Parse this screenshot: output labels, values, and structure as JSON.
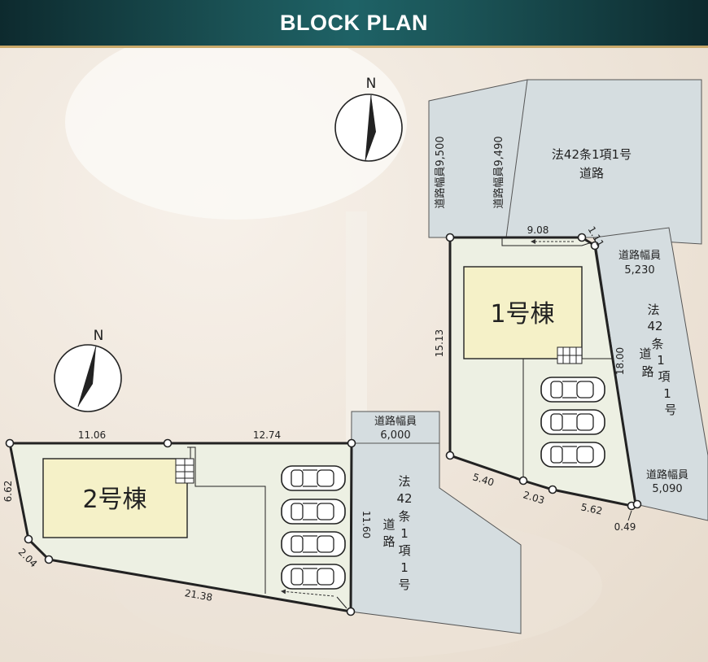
{
  "header": {
    "title": "BLOCK PLAN"
  },
  "compass_label": "N",
  "lot1": {
    "building_label": "1号棟",
    "road_north": {
      "width_a": "道路幅員9,500",
      "width_b": "道路幅員9,490",
      "type": "法42条1項1号",
      "name": "道路"
    },
    "road_east": {
      "width_label": "道路幅員",
      "width_top": "5,230",
      "width_bottom": "5,090",
      "type_chars": [
        "法",
        "42",
        "条",
        "1",
        "項",
        "1",
        "号"
      ],
      "name_chars": [
        "道",
        "路"
      ]
    },
    "dims": {
      "top": "9.08",
      "corner": "1.11",
      "left": "15.13",
      "right": "18.00",
      "bottom_a": "5.40",
      "bottom_b": "2.03",
      "bottom_c": "5.62",
      "corner_b": "0.49"
    }
  },
  "lot2": {
    "building_label": "2号棟",
    "road_east": {
      "width_label": "道路幅員",
      "width_value": "6,000",
      "type_chars": [
        "法",
        "42",
        "条",
        "1",
        "項",
        "1",
        "号"
      ],
      "name_chars": [
        "道",
        "路"
      ]
    },
    "dims": {
      "top_a": "11.06",
      "top_b": "12.74",
      "left": "6.62",
      "corner": "2.04",
      "bottom": "21.38",
      "right": "11.60"
    }
  }
}
